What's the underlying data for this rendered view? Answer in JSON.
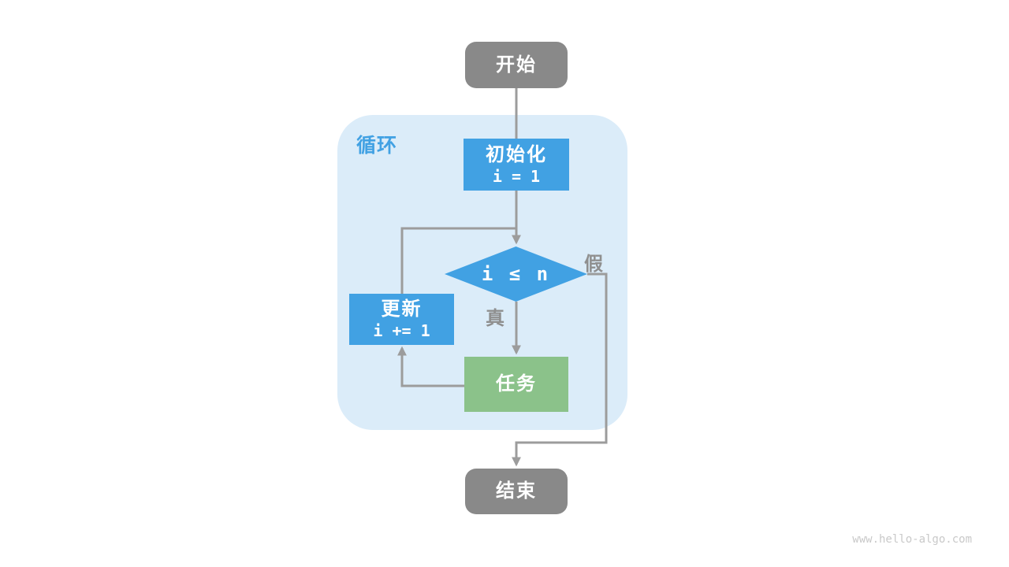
{
  "diagram": {
    "title_watermark": "www.hello-algo.com",
    "loop_label": "循环",
    "nodes": {
      "start": {
        "label": "开始",
        "shape": "terminal"
      },
      "init": {
        "label": "初始化",
        "code": "i = 1",
        "shape": "process"
      },
      "condition": {
        "label": "i ≤ n",
        "shape": "decision"
      },
      "update": {
        "label": "更新",
        "code": "i += 1",
        "shape": "process"
      },
      "task": {
        "label": "任务",
        "shape": "process"
      },
      "end": {
        "label": "结束",
        "shape": "terminal"
      }
    },
    "edge_labels": {
      "true_label": "真",
      "false_label": "假"
    },
    "edges": [
      "start -> init -> condition",
      "condition -(真)-> task",
      "task -> update -> condition",
      "condition -(假)-> end"
    ],
    "colors": {
      "process_blue": "#41a1e3",
      "task_green": "#8bc28a",
      "terminal_gray": "#898989",
      "loop_container_bg": "#dbecf9",
      "connector_gray": "#9c9c9c",
      "edge_label_gray": "#8f8f8f",
      "watermark_gray": "#c9c9c9",
      "text_white": "#ffffff"
    }
  }
}
